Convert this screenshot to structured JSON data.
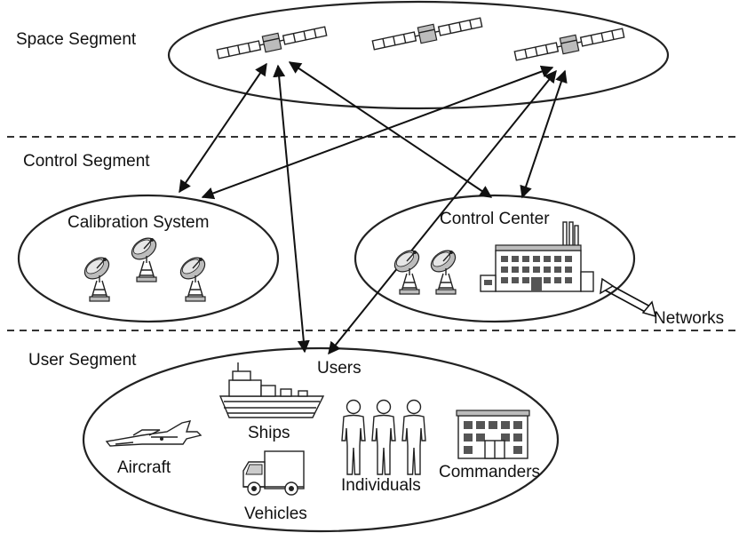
{
  "segments": {
    "space": "Space Segment",
    "control": "Control Segment",
    "user": "User Segment"
  },
  "nodes": {
    "calibration_system": "Calibration System",
    "control_center": "Control Center",
    "networks": "Networks",
    "users": "Users",
    "ships": "Ships",
    "aircraft": "Aircraft",
    "vehicles": "Vehicles",
    "individuals": "Individuals",
    "commanders": "Commanders"
  },
  "icons": {
    "satellite": "satellite-icon",
    "dish": "satellite-dish-icon",
    "factory": "factory-icon",
    "ship": "ship-icon",
    "aircraft": "fighter-jet-icon",
    "truck": "truck-icon",
    "person": "person-icon",
    "building": "building-icon"
  },
  "colors": {
    "stroke": "#222222",
    "icon_fill": "#bcbcbc",
    "background": "#ffffff"
  }
}
